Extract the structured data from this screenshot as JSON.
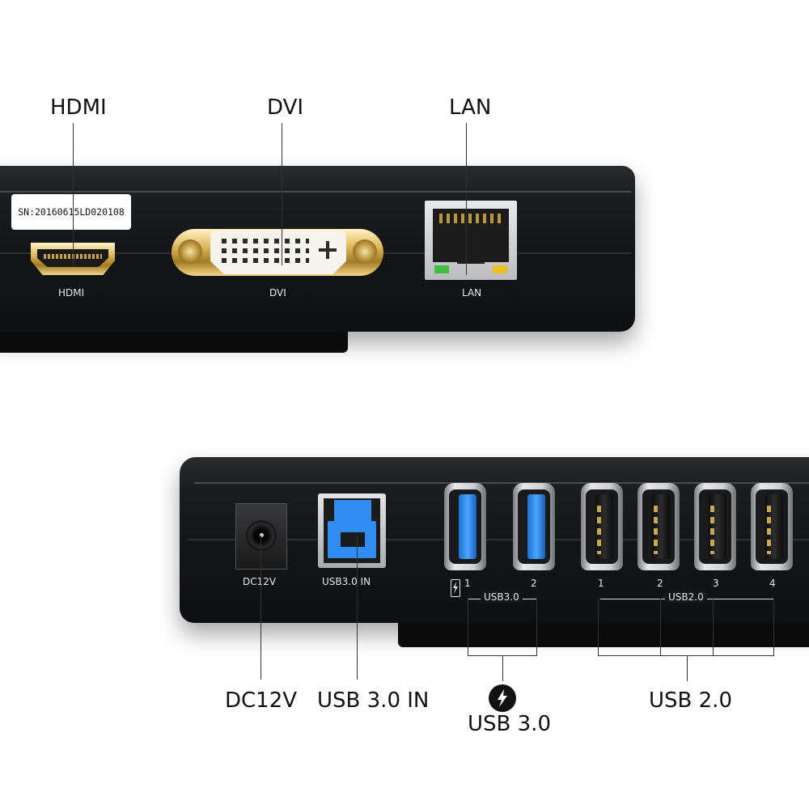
{
  "top_unit": {
    "serial_label": "SN:20160615LD020108",
    "callouts": {
      "hdmi": "HDMI",
      "dvi": "DVI",
      "lan": "LAN"
    },
    "silkscreen": {
      "hdmi": "HDMI",
      "dvi": "DVI",
      "lan": "LAN"
    }
  },
  "bottom_unit": {
    "silkscreen": {
      "dc": "DC12V",
      "usb3_in": "USB3.0 IN",
      "usb3_group": "USB3.0",
      "usb2_group": "USB2.0",
      "usb3_ports": [
        "1",
        "2"
      ],
      "usb2_ports": [
        "1",
        "2",
        "3",
        "4"
      ]
    },
    "callouts": {
      "dc": "DC12V",
      "usb3_in": "USB 3.0 IN",
      "usb3": "USB 3.0",
      "usb2": "USB 2.0"
    }
  },
  "icons": [
    "lightning-icon",
    "battery-charge-icon"
  ],
  "colors": {
    "usb3_blue": "#2f8cf0",
    "body": "#151617",
    "gold": "#d9b45a",
    "led_green": "#3fbf3f",
    "led_yellow": "#e8c020"
  }
}
